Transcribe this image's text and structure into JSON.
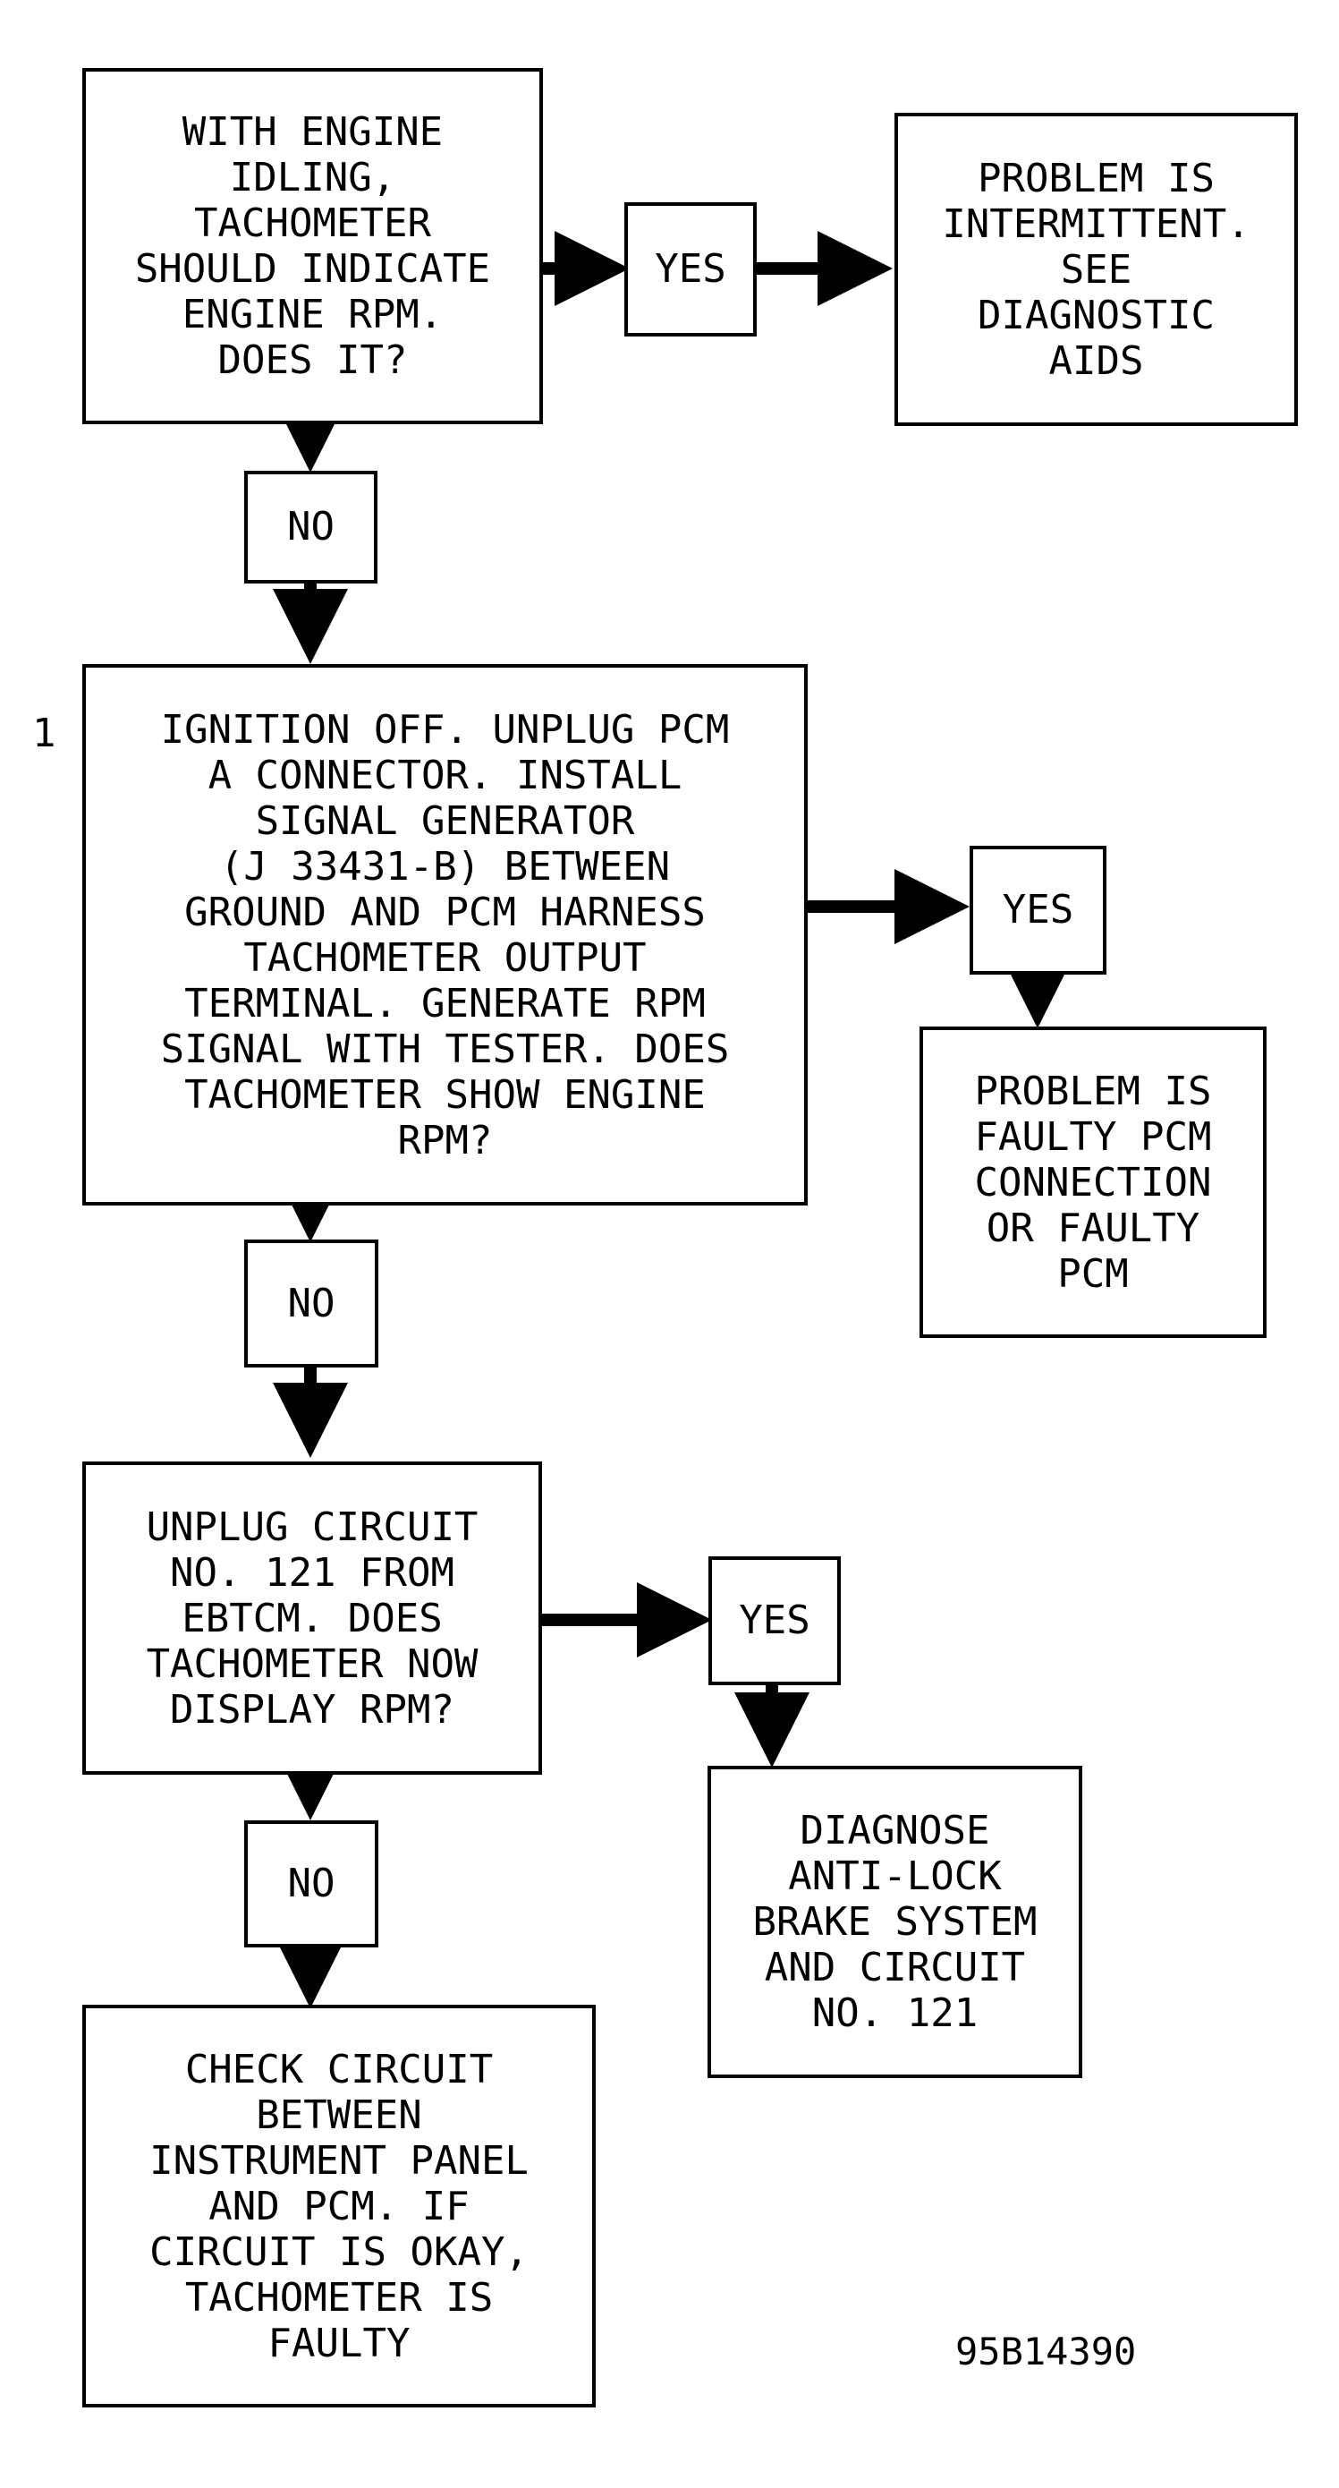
{
  "flowchart": {
    "q1": {
      "text": "WITH ENGINE\nIDLING,\nTACHOMETER\nSHOULD INDICATE\nENGINE RPM.\nDOES IT?"
    },
    "q1_yes": {
      "label": "YES"
    },
    "result1": {
      "text": "PROBLEM IS\nINTERMITTENT.\nSEE\nDIAGNOSTIC\nAIDS"
    },
    "q1_no": {
      "label": "NO"
    },
    "step_number": "1",
    "q2": {
      "text": "IGNITION OFF. UNPLUG PCM\nA CONNECTOR. INSTALL\nSIGNAL GENERATOR\n(J 33431-B) BETWEEN\nGROUND AND PCM HARNESS\nTACHOMETER OUTPUT\nTERMINAL. GENERATE RPM\nSIGNAL WITH TESTER. DOES\nTACHOMETER SHOW ENGINE\nRPM?"
    },
    "q2_yes": {
      "label": "YES"
    },
    "result2": {
      "text": "PROBLEM IS\nFAULTY PCM\nCONNECTION\nOR FAULTY\nPCM"
    },
    "q2_no": {
      "label": "NO"
    },
    "q3": {
      "text": "UNPLUG CIRCUIT\nNO. 121 FROM\nEBTCM. DOES\nTACHOMETER NOW\nDISPLAY RPM?"
    },
    "q3_yes": {
      "label": "YES"
    },
    "result3": {
      "text": "DIAGNOSE\nANTI-LOCK\nBRAKE SYSTEM\nAND CIRCUIT\nNO. 121"
    },
    "q3_no": {
      "label": "NO"
    },
    "result4": {
      "text": "CHECK CIRCUIT\nBETWEEN\nINSTRUMENT PANEL\nAND PCM. IF\nCIRCUIT IS OKAY,\nTACHOMETER IS\nFAULTY"
    }
  },
  "figure_id": "95B14390"
}
